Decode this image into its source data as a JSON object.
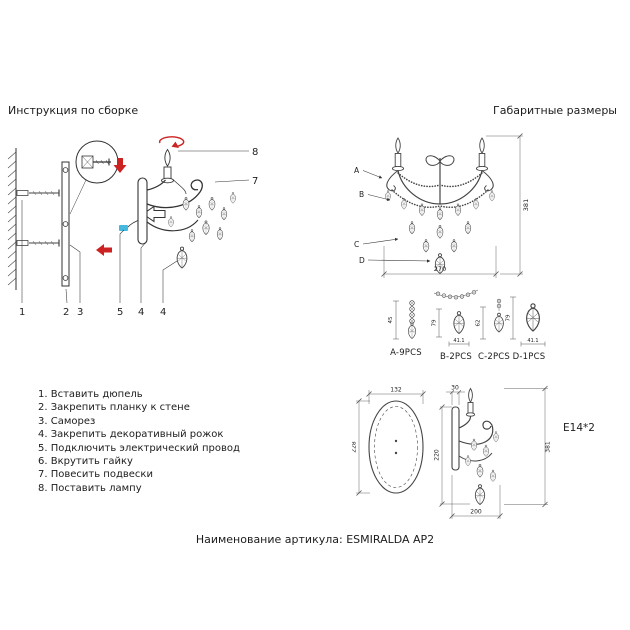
{
  "colors": {
    "red": "#cc2222",
    "cyan": "#45b9dd"
  },
  "header": {
    "left_title": "Инструкция по сборке",
    "right_title": "Габаритные размеры"
  },
  "assembly": {
    "callouts": {
      "n1": "1",
      "n2": "2",
      "n3": "3",
      "n4a": "4",
      "n4b": "4",
      "n5": "5",
      "n7": "7",
      "n8": "8"
    }
  },
  "steps": [
    "1. Вставить дюпель",
    "2. Закрепить планку к стене",
    "3. Саморез",
    "4. Закрепить декоративный рожок",
    "5. Подключить электрический провод",
    "6. Вкрутить гайку",
    "7. Повесить подвески",
    "8. Поставить лампу"
  ],
  "overall": {
    "a": "A",
    "b": "B",
    "c": "C",
    "d": "D",
    "width": "270",
    "height": "381"
  },
  "parts": {
    "a": {
      "label": "A-9PCS",
      "h": "45"
    },
    "b": {
      "label": "B-2PCS",
      "h": "79",
      "w": "41.1"
    },
    "c": {
      "label": "C-2PCS",
      "h": "62"
    },
    "d": {
      "label": "D-1PCS",
      "h": "79",
      "w": "41.1"
    }
  },
  "views": {
    "plate_width": "132",
    "plate_height": "228",
    "depth": "30",
    "side_height": "220",
    "side_width": "200",
    "total_height": "381",
    "socket": "E14*2"
  },
  "footer": "Наименование артикула: ESMIRALDA AP2"
}
